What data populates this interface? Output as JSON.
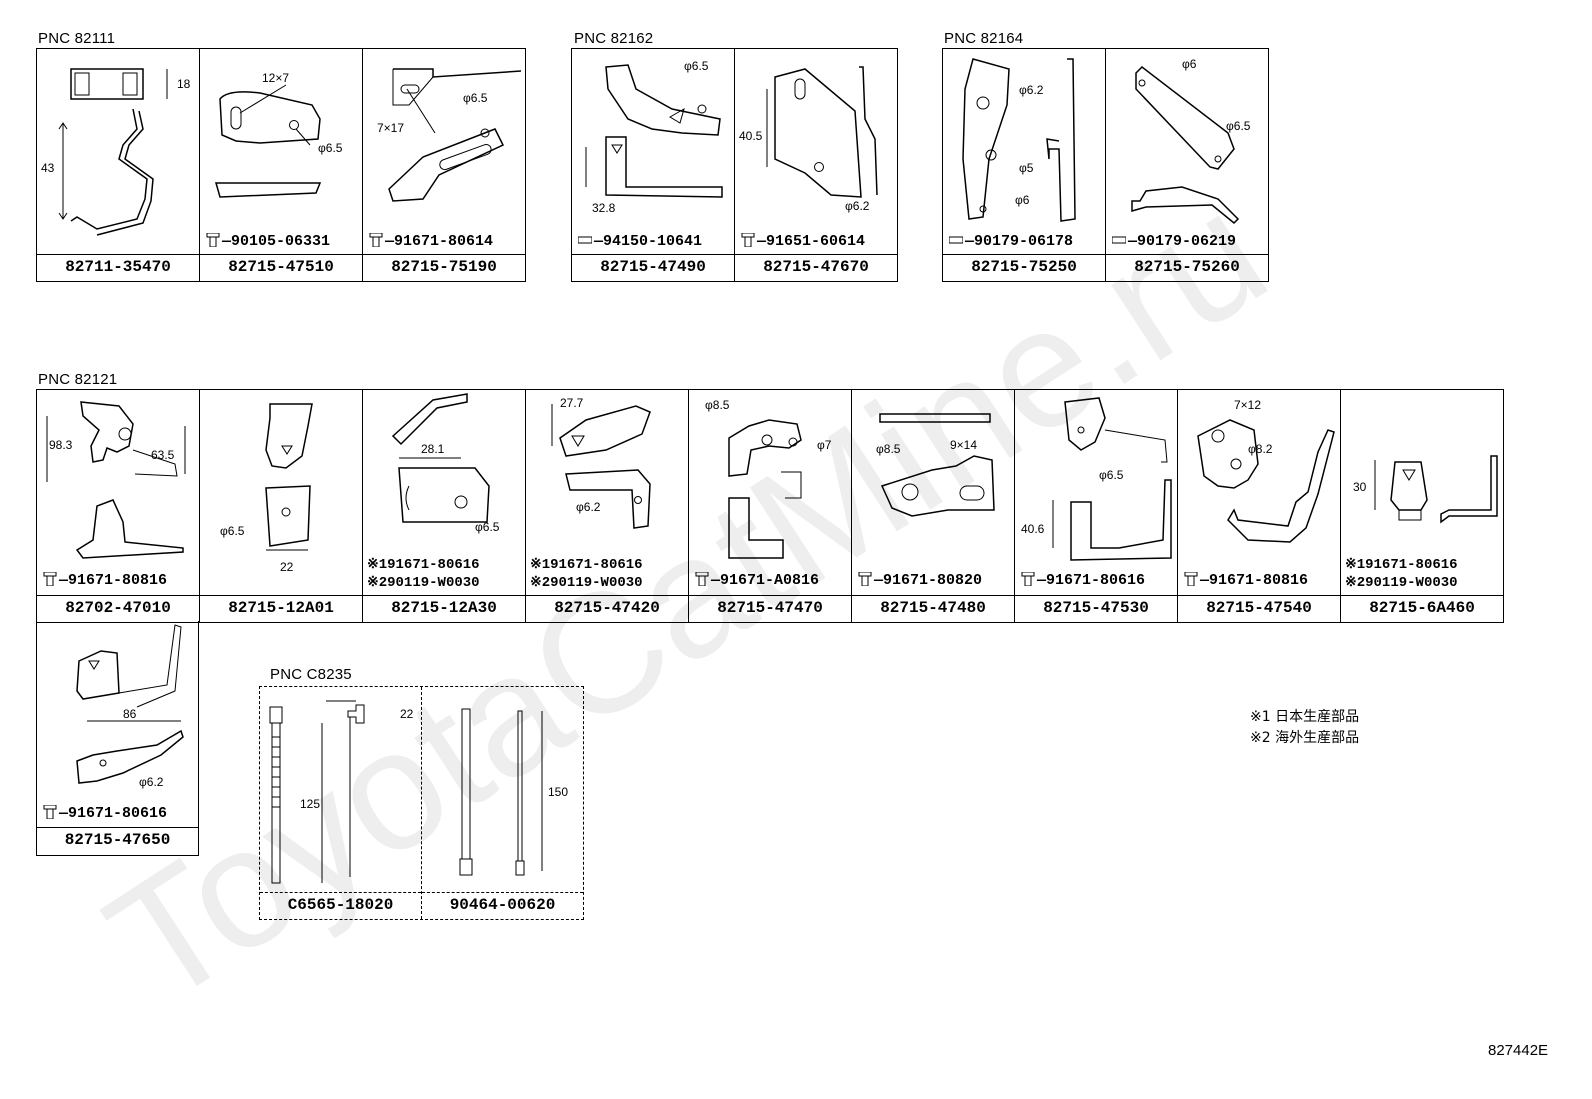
{
  "watermark": "ToyotaCatMine.ru",
  "groups": [
    {
      "pnc": "PNC 82111",
      "cells": [
        {
          "part": "82711-35470",
          "bolt": "",
          "dims": [
            "18",
            "43"
          ]
        },
        {
          "part": "82715-47510",
          "bolt": "90105-06331",
          "dims": [
            "12×7",
            "φ6.5"
          ]
        },
        {
          "part": "82715-75190",
          "bolt": "91671-80614",
          "dims": [
            "7×17",
            "φ6.5"
          ]
        }
      ]
    },
    {
      "pnc": "PNC 82162",
      "cells": [
        {
          "part": "82715-47490",
          "bolt": "94150-10641",
          "dims": [
            "φ6.5",
            "32.8"
          ]
        },
        {
          "part": "82715-47670",
          "bolt": "91651-60614",
          "dims": [
            "40.5",
            "φ6.2"
          ]
        }
      ]
    },
    {
      "pnc": "PNC 82164",
      "cells": [
        {
          "part": "82715-75250",
          "bolt": "90179-06178",
          "dims": [
            "φ6.2",
            "φ5",
            "φ6"
          ]
        },
        {
          "part": "82715-75260",
          "bolt": "90179-06219",
          "dims": [
            "φ6",
            "φ6.5"
          ]
        }
      ]
    },
    {
      "pnc": "PNC 82121",
      "cells": [
        {
          "part": "82702-47010",
          "bolts": [
            "91671-80816"
          ],
          "dims": [
            "98.3",
            "63.5"
          ]
        },
        {
          "part": "82715-12A01",
          "bolts": [],
          "dims": [
            "φ6.5",
            "22"
          ]
        },
        {
          "part": "82715-12A30",
          "bolts": [
            "※191671-80616",
            "※290119-W0030"
          ],
          "dims": [
            "28.1",
            "φ6.5"
          ]
        },
        {
          "part": "82715-47420",
          "bolts": [
            "※191671-80616",
            "※290119-W0030"
          ],
          "dims": [
            "27.7",
            "φ6.2"
          ]
        },
        {
          "part": "82715-47470",
          "bolts": [
            "91671-A0816"
          ],
          "dims": [
            "φ8.5",
            "φ7"
          ]
        },
        {
          "part": "82715-47480",
          "bolts": [
            "91671-80820"
          ],
          "dims": [
            "φ8.5",
            "9×14"
          ]
        },
        {
          "part": "82715-47530",
          "bolts": [
            "91671-80616"
          ],
          "dims": [
            "φ6.5",
            "40.6"
          ]
        },
        {
          "part": "82715-47540",
          "bolts": [
            "91671-80816"
          ],
          "dims": [
            "7×12",
            "φ8.2"
          ]
        },
        {
          "part": "82715-6A460",
          "bolts": [
            "※191671-80616",
            "※290119-W0030"
          ],
          "dims": [
            "30"
          ]
        }
      ],
      "extra": {
        "part": "82715-47650",
        "bolt": "91671-80616",
        "dims": [
          "86",
          "φ6.2"
        ]
      }
    },
    {
      "pnc": "PNC C8235",
      "cells": [
        {
          "part": "C6565-18020",
          "dims": [
            "22",
            "125"
          ]
        },
        {
          "part": "90464-00620",
          "dims": [
            "150"
          ]
        }
      ]
    }
  ],
  "notes": [
    "※1 日本生産部品",
    "※2 海外生産部品"
  ],
  "figure_id": "827442E"
}
